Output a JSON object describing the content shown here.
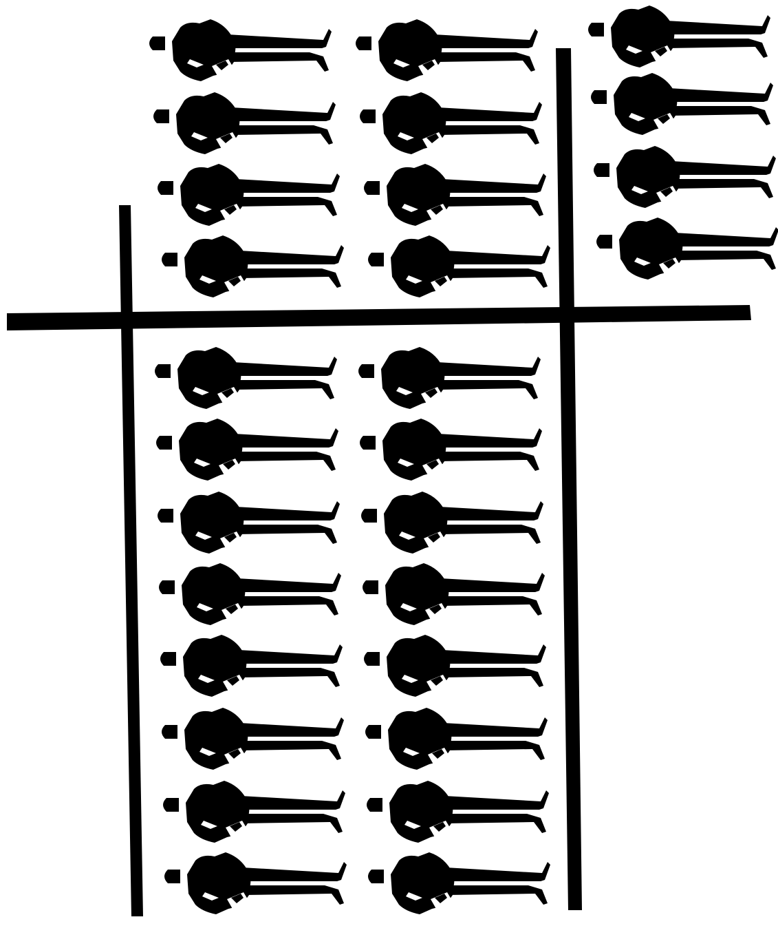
{
  "figure": {
    "ink_color": "#000000",
    "background_color": "#ffffff",
    "icon": "person-lying-icon",
    "groups": [
      {
        "id": "upper-left-block",
        "columns": 2,
        "rows": 4,
        "count": 8
      },
      {
        "id": "upper-right-block",
        "columns": 1,
        "rows": 4,
        "count": 4
      },
      {
        "id": "lower-block",
        "columns": 2,
        "rows": 8,
        "count": 16
      }
    ],
    "total_figures": 28,
    "dividers": [
      "horizontal-divider",
      "left-vertical-divider",
      "right-vertical-divider"
    ]
  }
}
